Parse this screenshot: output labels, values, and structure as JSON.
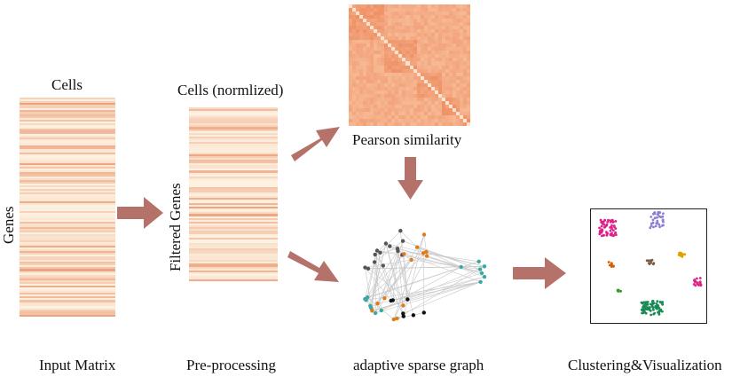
{
  "stages": {
    "input": {
      "title": "Cells",
      "side_label": "Genes",
      "caption": "Input Matrix"
    },
    "preprocess": {
      "title": "Cells (normlized)",
      "side_label": "Filtered Genes",
      "caption": "Pre-processing"
    },
    "similarity": {
      "caption": "Pearson similarity"
    },
    "graph": {
      "caption": "adaptive sparse graph"
    },
    "clustering": {
      "caption": "Clustering&Visualization"
    }
  },
  "colors": {
    "arrow": "#b5726a",
    "heat_low": "#fdf2e2",
    "heat_high": "#e8885c",
    "corr_base": "#f6b088",
    "corr_high": "#ee8a5e"
  },
  "graph_node_colors": [
    "#555555",
    "#e07b1a",
    "#3ba7a3",
    "#111111",
    "#e07b1a"
  ],
  "cluster_colors": [
    "#e0218a",
    "#8b7fd1",
    "#e0a000",
    "#7a5a40",
    "#1b8a55",
    "#d55e00",
    "#555555"
  ]
}
